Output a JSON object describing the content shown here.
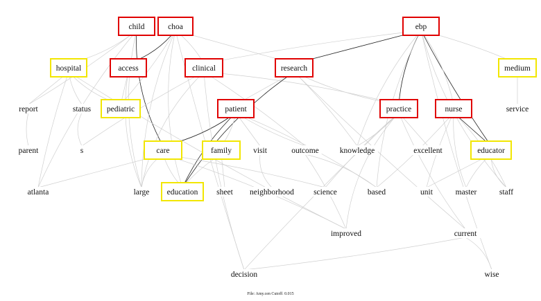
{
  "colors": {
    "red_box": "#e00000",
    "yellow_box": "#f2e600",
    "edge_light": "#cfcfcf",
    "edge_dark": "#222222"
  },
  "footer": "File: Amy.cen    Cutoff: 0.015",
  "nodes": [
    {
      "id": "child",
      "label": "child",
      "box": "red"
    },
    {
      "id": "choa",
      "label": "choa",
      "box": "red"
    },
    {
      "id": "ebp",
      "label": "ebp",
      "box": "red"
    },
    {
      "id": "hospital",
      "label": "hospital",
      "box": "yellow"
    },
    {
      "id": "access",
      "label": "access",
      "box": "red"
    },
    {
      "id": "clinical",
      "label": "clinical",
      "box": "red"
    },
    {
      "id": "research",
      "label": "research",
      "box": "red"
    },
    {
      "id": "medium",
      "label": "medium",
      "box": "yellow"
    },
    {
      "id": "report",
      "label": "report",
      "box": "none"
    },
    {
      "id": "status",
      "label": "status",
      "box": "none"
    },
    {
      "id": "pediatric",
      "label": "pediatric",
      "box": "yellow"
    },
    {
      "id": "patient",
      "label": "patient",
      "box": "red"
    },
    {
      "id": "practice",
      "label": "practice",
      "box": "red"
    },
    {
      "id": "nurse",
      "label": "nurse",
      "box": "red"
    },
    {
      "id": "service",
      "label": "service",
      "box": "none"
    },
    {
      "id": "parent",
      "label": "parent",
      "box": "none"
    },
    {
      "id": "s",
      "label": "s",
      "box": "none"
    },
    {
      "id": "care",
      "label": "care",
      "box": "yellow"
    },
    {
      "id": "family",
      "label": "family",
      "box": "yellow"
    },
    {
      "id": "visit",
      "label": "visit",
      "box": "none"
    },
    {
      "id": "outcome",
      "label": "outcome",
      "box": "none"
    },
    {
      "id": "knowledge",
      "label": "knowledge",
      "box": "none"
    },
    {
      "id": "excellent",
      "label": "excellent",
      "box": "none"
    },
    {
      "id": "educator",
      "label": "educator",
      "box": "yellow"
    },
    {
      "id": "atlanta",
      "label": "atlanta",
      "box": "none"
    },
    {
      "id": "large",
      "label": "large",
      "box": "none"
    },
    {
      "id": "education",
      "label": "education",
      "box": "yellow"
    },
    {
      "id": "sheet",
      "label": "sheet",
      "box": "none"
    },
    {
      "id": "neighborhood",
      "label": "neighborhood",
      "box": "none"
    },
    {
      "id": "science",
      "label": "science",
      "box": "none"
    },
    {
      "id": "based",
      "label": "based",
      "box": "none"
    },
    {
      "id": "unit",
      "label": "unit",
      "box": "none"
    },
    {
      "id": "master",
      "label": "master",
      "box": "none"
    },
    {
      "id": "staff",
      "label": "staff",
      "box": "none"
    },
    {
      "id": "improved",
      "label": "improved",
      "box": "none"
    },
    {
      "id": "current",
      "label": "current",
      "box": "none"
    },
    {
      "id": "decision",
      "label": "decision",
      "box": "none"
    },
    {
      "id": "wise",
      "label": "wise",
      "box": "none"
    }
  ],
  "edges": [
    [
      "child",
      "hospital",
      "light"
    ],
    [
      "child",
      "report",
      "light"
    ],
    [
      "child",
      "atlanta",
      "light"
    ],
    [
      "child",
      "care",
      "dark"
    ],
    [
      "child",
      "large",
      "light"
    ],
    [
      "choa",
      "access",
      "dark"
    ],
    [
      "choa",
      "clinical",
      "light"
    ],
    [
      "choa",
      "research",
      "light"
    ],
    [
      "choa",
      "large",
      "light"
    ],
    [
      "choa",
      "education",
      "light"
    ],
    [
      "choa",
      "decision",
      "light"
    ],
    [
      "choa",
      "pediatric",
      "light"
    ],
    [
      "ebp",
      "research",
      "dark"
    ],
    [
      "ebp",
      "clinical",
      "light"
    ],
    [
      "ebp",
      "practice",
      "dark"
    ],
    [
      "ebp",
      "educator",
      "dark"
    ],
    [
      "ebp",
      "medium",
      "light"
    ],
    [
      "ebp",
      "knowledge",
      "light"
    ],
    [
      "ebp",
      "based",
      "light"
    ],
    [
      "ebp",
      "staff",
      "light"
    ],
    [
      "ebp",
      "nurse",
      "light"
    ],
    [
      "ebp",
      "wise",
      "light"
    ],
    [
      "hospital",
      "report",
      "light"
    ],
    [
      "hospital",
      "status",
      "light"
    ],
    [
      "hospital",
      "pediatric",
      "light"
    ],
    [
      "hospital",
      "atlanta",
      "light"
    ],
    [
      "hospital",
      "improved",
      "light"
    ],
    [
      "access",
      "pediatric",
      "light"
    ],
    [
      "clinical",
      "s",
      "light"
    ],
    [
      "clinical",
      "large",
      "light"
    ],
    [
      "clinical",
      "practice",
      "light"
    ],
    [
      "clinical",
      "outcome",
      "light"
    ],
    [
      "research",
      "patient",
      "light"
    ],
    [
      "research",
      "education",
      "dark"
    ],
    [
      "research",
      "practice",
      "light"
    ],
    [
      "research",
      "current",
      "light"
    ],
    [
      "research",
      "knowledge",
      "light"
    ],
    [
      "medium",
      "service",
      "light"
    ],
    [
      "report",
      "parent",
      "light"
    ],
    [
      "status",
      "s",
      "light"
    ],
    [
      "patient",
      "care",
      "dark"
    ],
    [
      "patient",
      "family",
      "light"
    ],
    [
      "patient",
      "visit",
      "light"
    ],
    [
      "patient",
      "outcome",
      "light"
    ],
    [
      "patient",
      "education",
      "dark"
    ],
    [
      "patient",
      "based",
      "light"
    ],
    [
      "practice",
      "knowledge",
      "light"
    ],
    [
      "practice",
      "excellent",
      "light"
    ],
    [
      "practice",
      "science",
      "light"
    ],
    [
      "practice",
      "improved",
      "light"
    ],
    [
      "practice",
      "decision",
      "light"
    ],
    [
      "practice",
      "current",
      "light"
    ],
    [
      "nurse",
      "educator",
      "dark"
    ],
    [
      "nurse",
      "unit",
      "light"
    ],
    [
      "nurse",
      "master",
      "light"
    ],
    [
      "nurse",
      "staff",
      "light"
    ],
    [
      "nurse",
      "based",
      "light"
    ],
    [
      "care",
      "atlanta",
      "light"
    ],
    [
      "care",
      "education",
      "light"
    ],
    [
      "care",
      "large",
      "light"
    ],
    [
      "care",
      "improved",
      "light"
    ],
    [
      "care",
      "science",
      "light"
    ],
    [
      "family",
      "sheet",
      "light"
    ],
    [
      "family",
      "education",
      "light"
    ],
    [
      "visit",
      "neighborhood",
      "light"
    ],
    [
      "outcome",
      "based",
      "light"
    ],
    [
      "outcome",
      "improved",
      "light"
    ],
    [
      "educator",
      "unit",
      "light"
    ],
    [
      "educator",
      "master",
      "light"
    ],
    [
      "educator",
      "staff",
      "light"
    ],
    [
      "current",
      "wise",
      "light"
    ],
    [
      "current",
      "decision",
      "light"
    ],
    [
      "clinical",
      "decision",
      "light"
    ],
    [
      "access",
      "large",
      "light"
    ]
  ]
}
